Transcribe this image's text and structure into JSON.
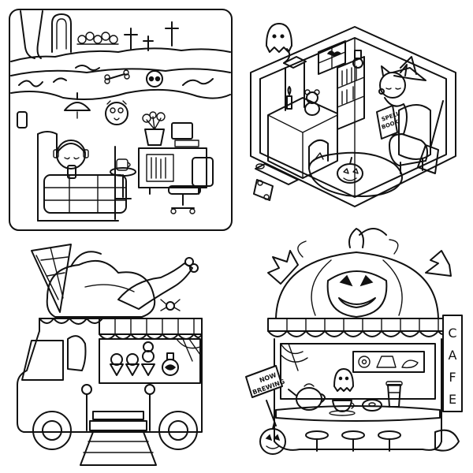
{
  "panels": [
    {
      "name": "bedroom"
    },
    {
      "name": "witch-cat-room"
    },
    {
      "name": "ice-cream-truck"
    },
    {
      "name": "pumpkin-cafe"
    }
  ],
  "book": {
    "line1": "SPELL",
    "line2": "BOOK"
  },
  "cafe_sign": {
    "letters": [
      "C",
      "A",
      "F",
      "E"
    ]
  },
  "brewing_sign": {
    "line1": "NOW",
    "line2": "BREWING"
  },
  "colors": {
    "ink": "#111111",
    "paper": "#ffffff"
  }
}
